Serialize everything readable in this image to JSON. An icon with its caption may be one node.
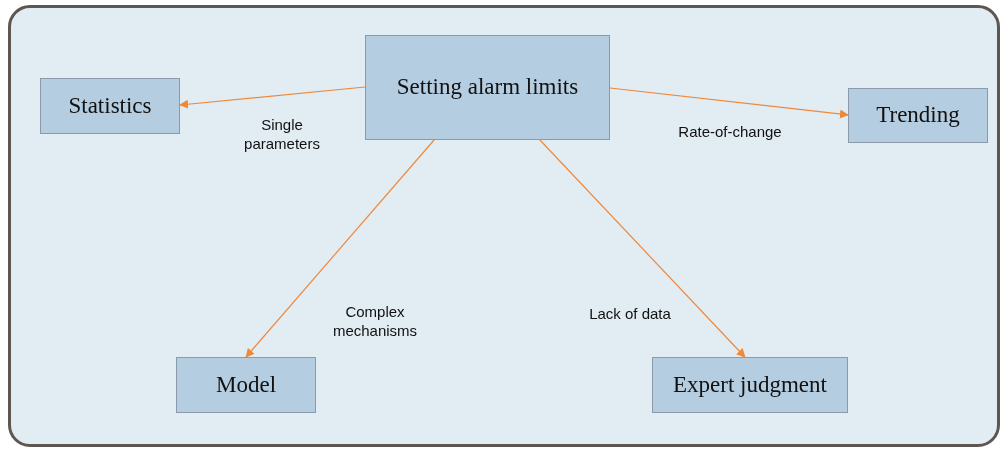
{
  "diagram": {
    "nodes": [
      {
        "text": [
          "Setting alarm limits"
        ]
      },
      {
        "text": [
          "Statistics"
        ]
      },
      {
        "text": [
          "Trending"
        ]
      },
      {
        "text": [
          "Model"
        ]
      },
      {
        "text": [
          "Expert judgment"
        ]
      }
    ],
    "edges": [
      {
        "from": 0,
        "to": 1,
        "arrow": "to",
        "label": "Single parameters"
      },
      {
        "from": 0,
        "to": 2,
        "arrow": "to",
        "label": "Rate-of-change"
      },
      {
        "from": 0,
        "to": 3,
        "arrow": "to",
        "label": "Complex mechanisms"
      },
      {
        "from": 0,
        "to": 4,
        "arrow": "to",
        "label": "Lack of data"
      }
    ]
  }
}
